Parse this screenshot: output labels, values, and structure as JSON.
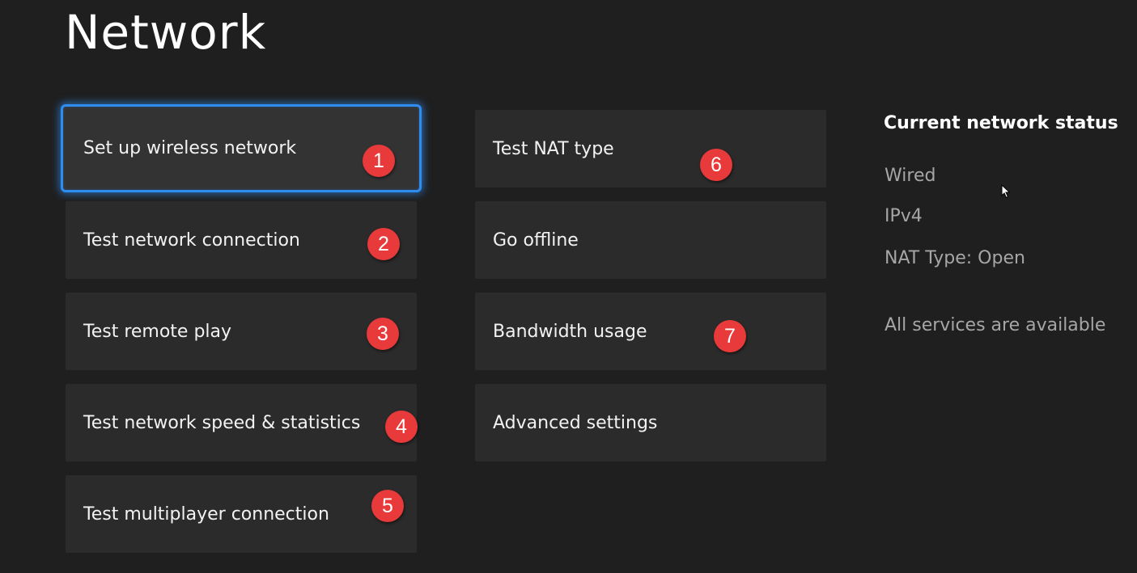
{
  "page": {
    "title": "Network"
  },
  "menu_left": [
    {
      "label": "Set up wireless network",
      "badge": "1",
      "focused": true
    },
    {
      "label": "Test network connection",
      "badge": "2"
    },
    {
      "label": "Test remote play",
      "badge": "3"
    },
    {
      "label": "Test network speed & statistics",
      "badge": "4"
    },
    {
      "label": "Test multiplayer connection",
      "badge": "5"
    }
  ],
  "menu_right": [
    {
      "label": "Test NAT type",
      "badge": "6"
    },
    {
      "label": "Go offline"
    },
    {
      "label": "Bandwidth usage",
      "badge": "7"
    },
    {
      "label": "Advanced settings"
    }
  ],
  "status": {
    "heading": "Current network status",
    "connection": "Wired",
    "ip_version": "IPv4",
    "nat_type": "NAT Type: Open",
    "services": "All services are available"
  },
  "colors": {
    "background": "#1f1f1f",
    "tile": "#2b2b2b",
    "focus_ring": "#2f8cf0",
    "badge": "#e83a3a",
    "status_text": "#a6a6a6"
  },
  "icons": {
    "pointer": "mouse-pointer-icon"
  }
}
